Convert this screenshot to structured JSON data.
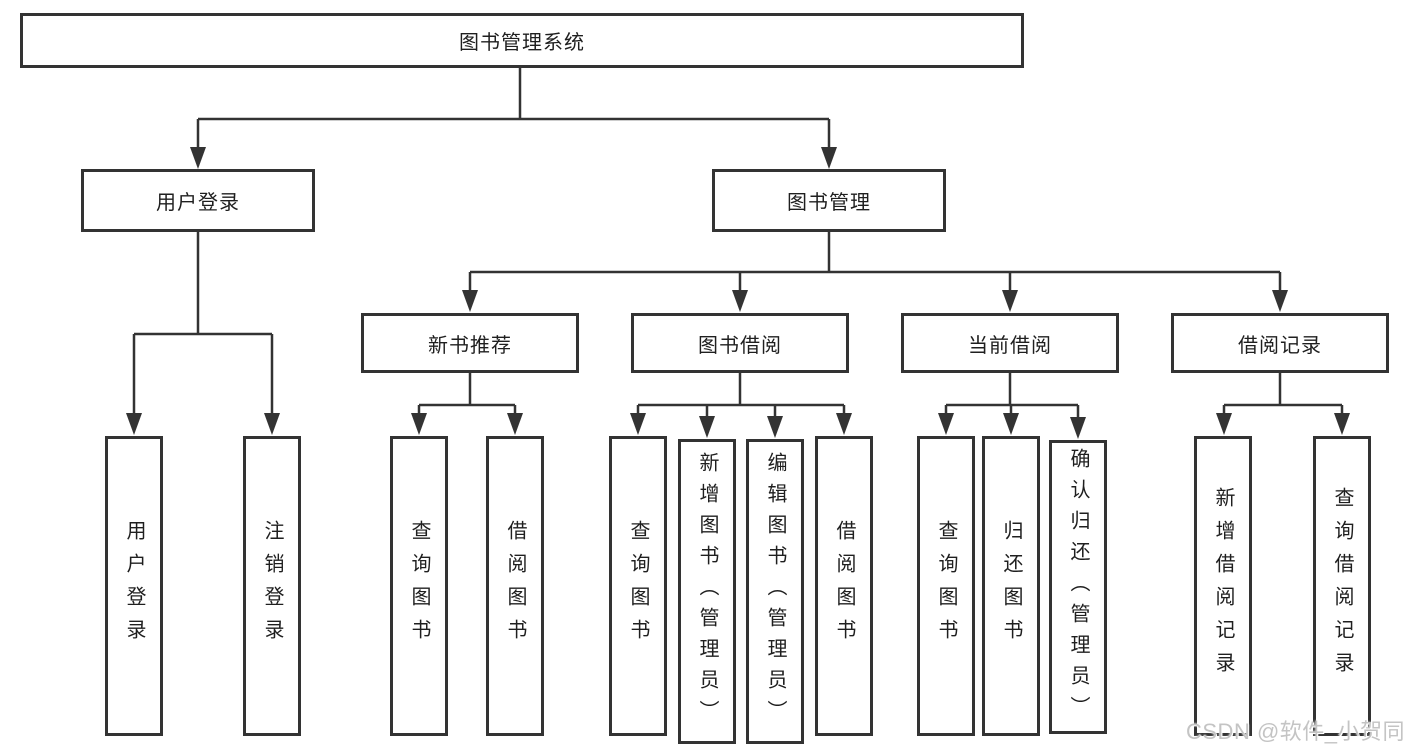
{
  "colors": {
    "line": "#333333",
    "box_border": "#333333",
    "text": "#1f1f1f",
    "background": "#ffffff",
    "watermark_gray": "#c4c4c4"
  },
  "tree": {
    "root": {
      "label": "图书管理系统"
    },
    "branches": [
      {
        "label": "用户登录",
        "children": [
          {
            "label": "用户登录"
          },
          {
            "label": "注销登录"
          }
        ]
      },
      {
        "label": "图书管理",
        "children": [
          {
            "label": "新书推荐",
            "children": [
              {
                "label": "查询图书"
              },
              {
                "label": "借阅图书"
              }
            ]
          },
          {
            "label": "图书借阅",
            "children": [
              {
                "label": "查询图书"
              },
              {
                "label": "新增图书（管理员）"
              },
              {
                "label": "编辑图书（管理员）"
              },
              {
                "label": "借阅图书"
              }
            ]
          },
          {
            "label": "当前借阅",
            "children": [
              {
                "label": "查询图书"
              },
              {
                "label": "归还图书"
              },
              {
                "label": "确认归还（管理员）"
              }
            ]
          },
          {
            "label": "借阅记录",
            "children": [
              {
                "label": "新增借阅记录"
              },
              {
                "label": "查询借阅记录"
              }
            ]
          }
        ]
      }
    ]
  },
  "watermark": {
    "text": "CSDN @软件_小贺同学"
  }
}
